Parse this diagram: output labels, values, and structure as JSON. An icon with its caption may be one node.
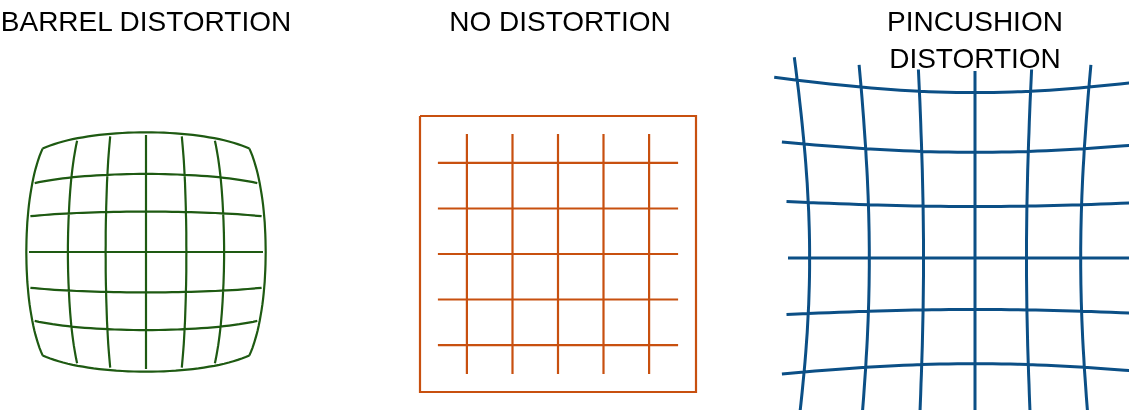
{
  "diagram": {
    "nodes": [
      {
        "text": [
          "BARREL DISTORTION"
        ]
      },
      {
        "text": [
          "NO DISTORTION"
        ]
      },
      {
        "text": [
          "PINCUSHION DISTORTION"
        ]
      }
    ]
  }
}
